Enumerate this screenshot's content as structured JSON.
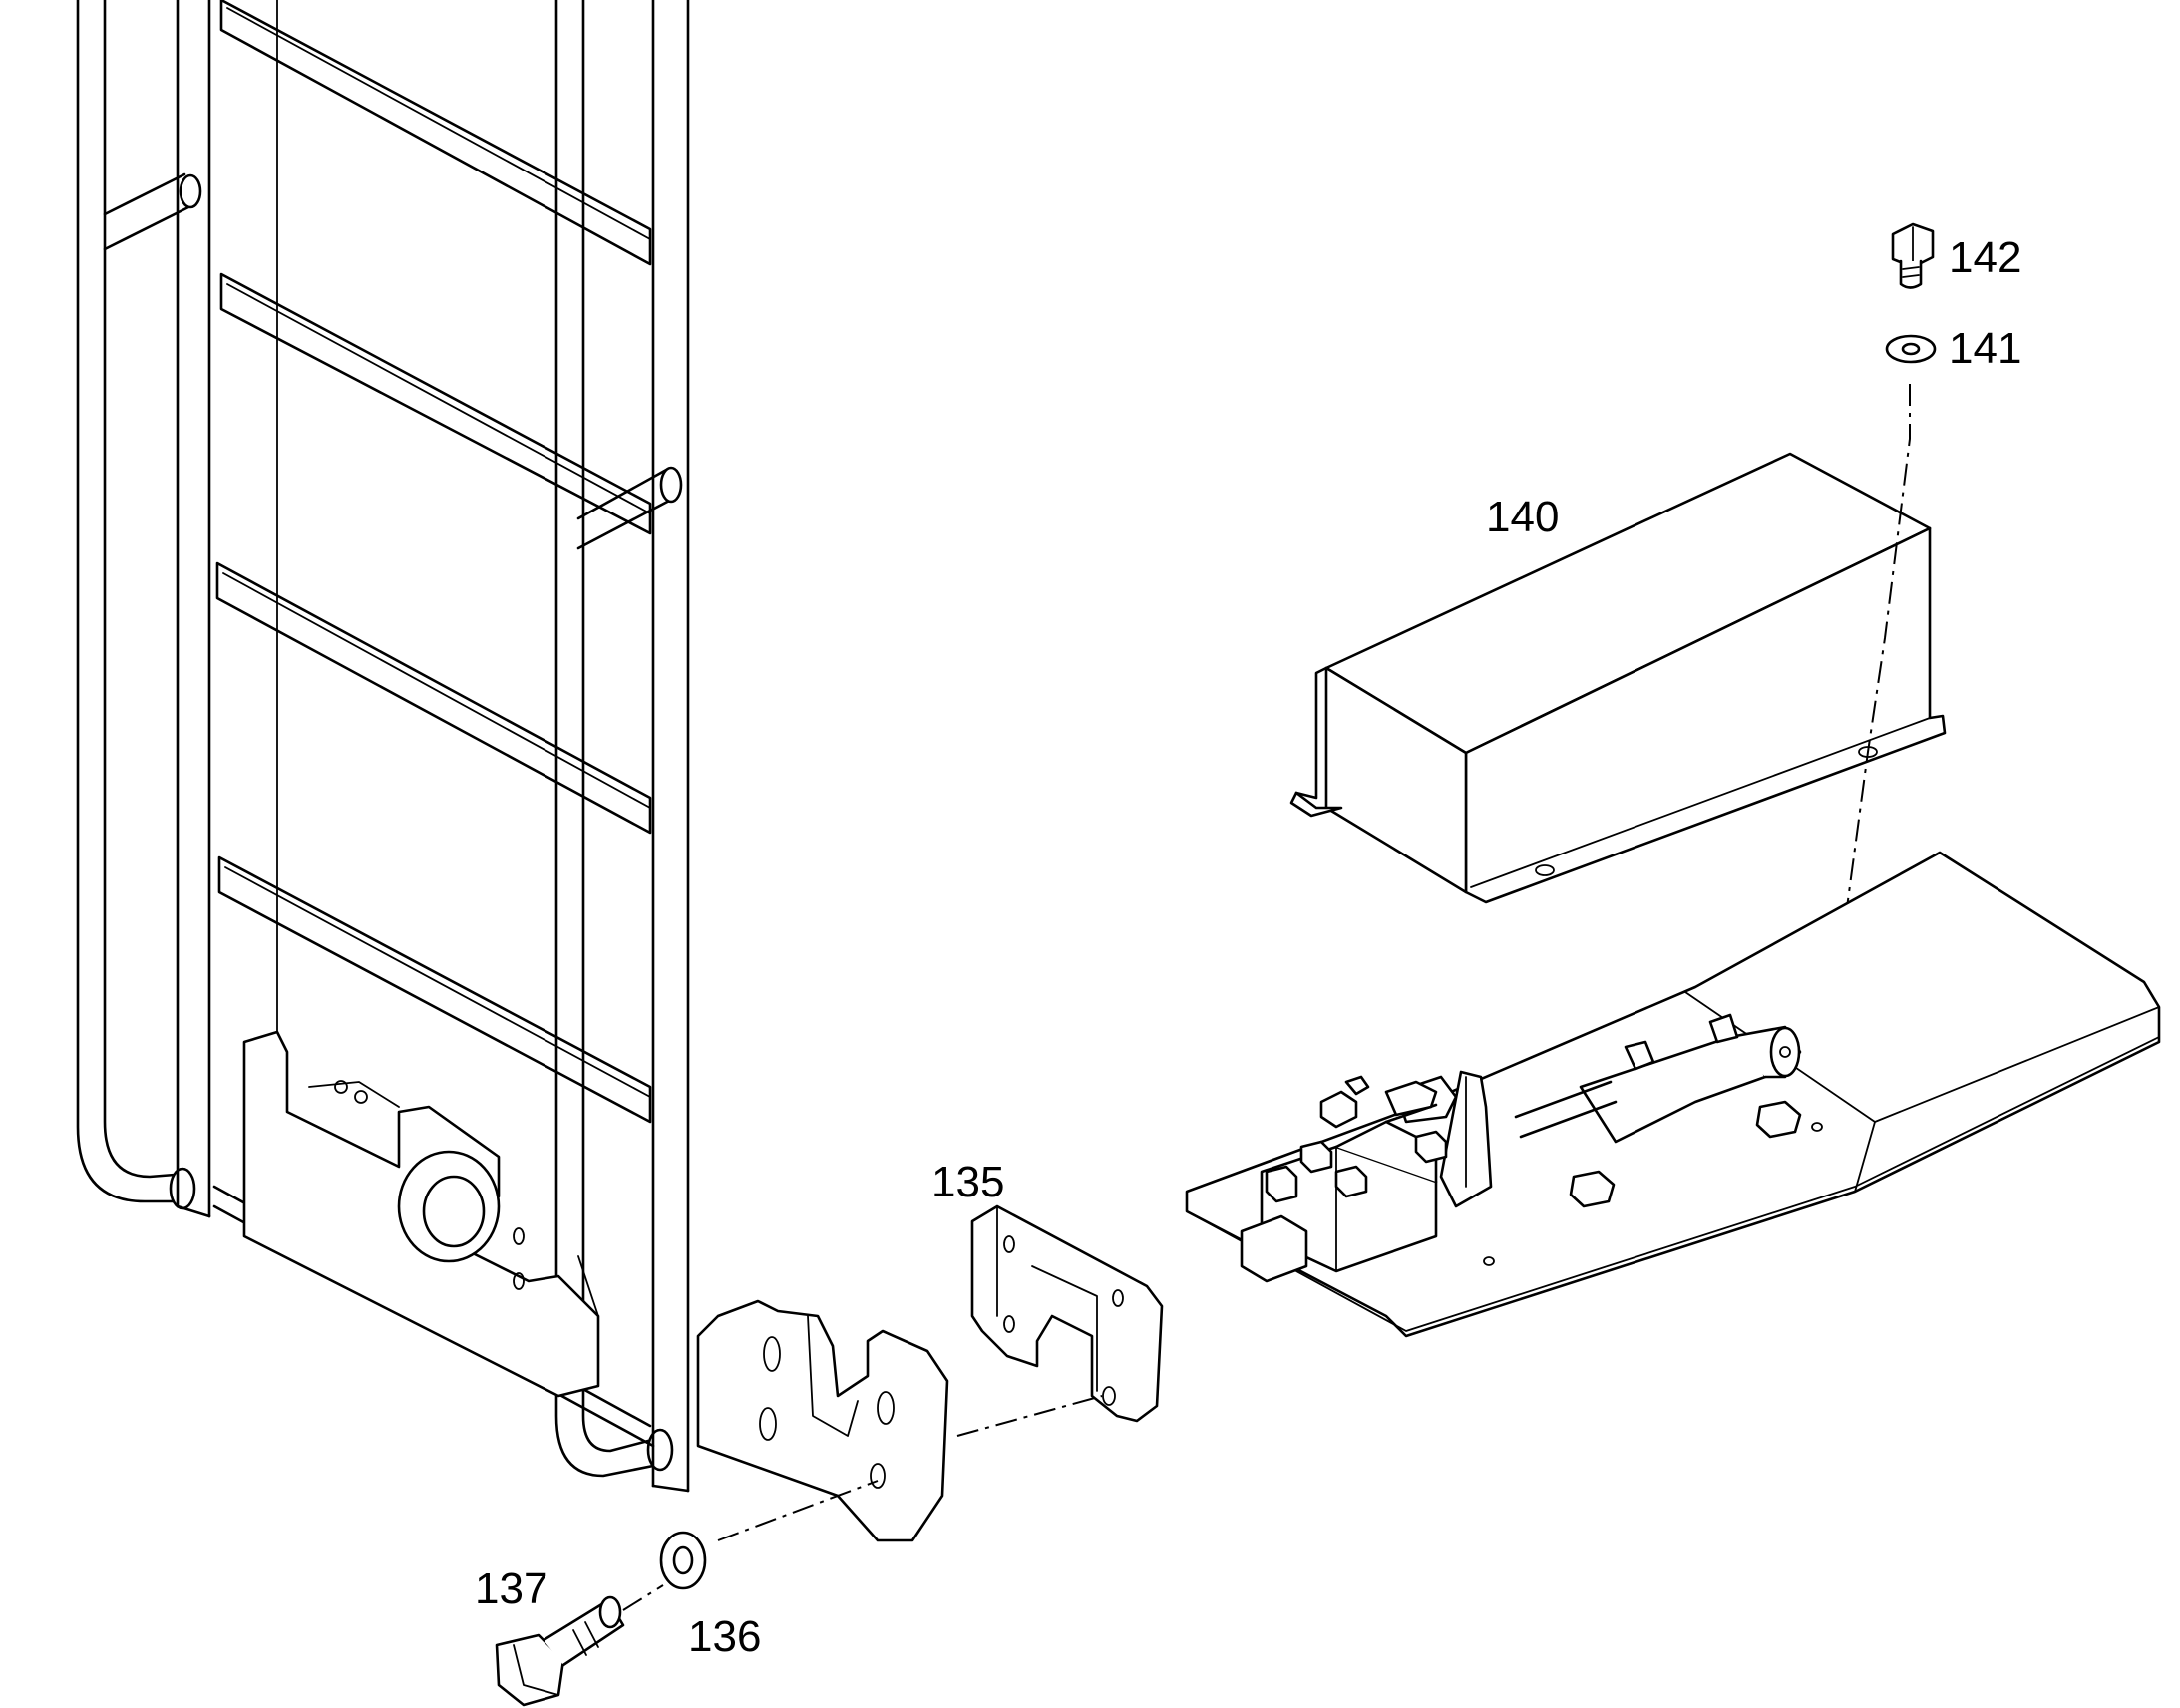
{
  "diagram": {
    "callouts": {
      "c135": "135",
      "c136": "136",
      "c137": "137",
      "c140": "140",
      "c141": "141",
      "c142": "142"
    }
  }
}
